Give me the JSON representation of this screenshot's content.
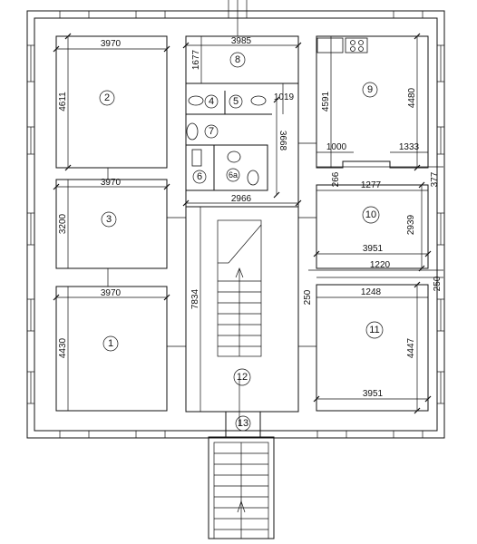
{
  "rooms": [
    {
      "id": "r1",
      "label": "1"
    },
    {
      "id": "r2",
      "label": "2"
    },
    {
      "id": "r3",
      "label": "3"
    },
    {
      "id": "r4",
      "label": "4"
    },
    {
      "id": "r5",
      "label": "5"
    },
    {
      "id": "r6",
      "label": "6"
    },
    {
      "id": "r6a",
      "label": "6a"
    },
    {
      "id": "r7",
      "label": "7"
    },
    {
      "id": "r8",
      "label": "8"
    },
    {
      "id": "r9",
      "label": "9"
    },
    {
      "id": "r10",
      "label": "10"
    },
    {
      "id": "r11",
      "label": "11"
    },
    {
      "id": "r12",
      "label": "12"
    },
    {
      "id": "r13",
      "label": "13"
    }
  ],
  "dimensions": {
    "room2_width": "3970",
    "room2_depth": "4611",
    "room3_width": "3970",
    "room3_depth": "3200",
    "room1_width": "3970",
    "room1_depth": "4430",
    "room8_width": "3985",
    "room8_depth": "1677",
    "wc_depth": "1019",
    "bath_depth": "3668",
    "core_width": "2966",
    "stair_length": "7834",
    "room9_left": "4591",
    "room9_right": "4480",
    "room9_step_left": "1000",
    "room9_step_right": "1333",
    "room10_wall_a": "266",
    "room10_top": "1277",
    "room10_wall_b": "377",
    "room10_depth": "2939",
    "room10_width": "3951",
    "passage_width": "1220",
    "room11_wall_a": "250",
    "room11_top": "1248",
    "room11_wall_b": "250",
    "room11_depth": "4447",
    "room11_width": "3951"
  }
}
